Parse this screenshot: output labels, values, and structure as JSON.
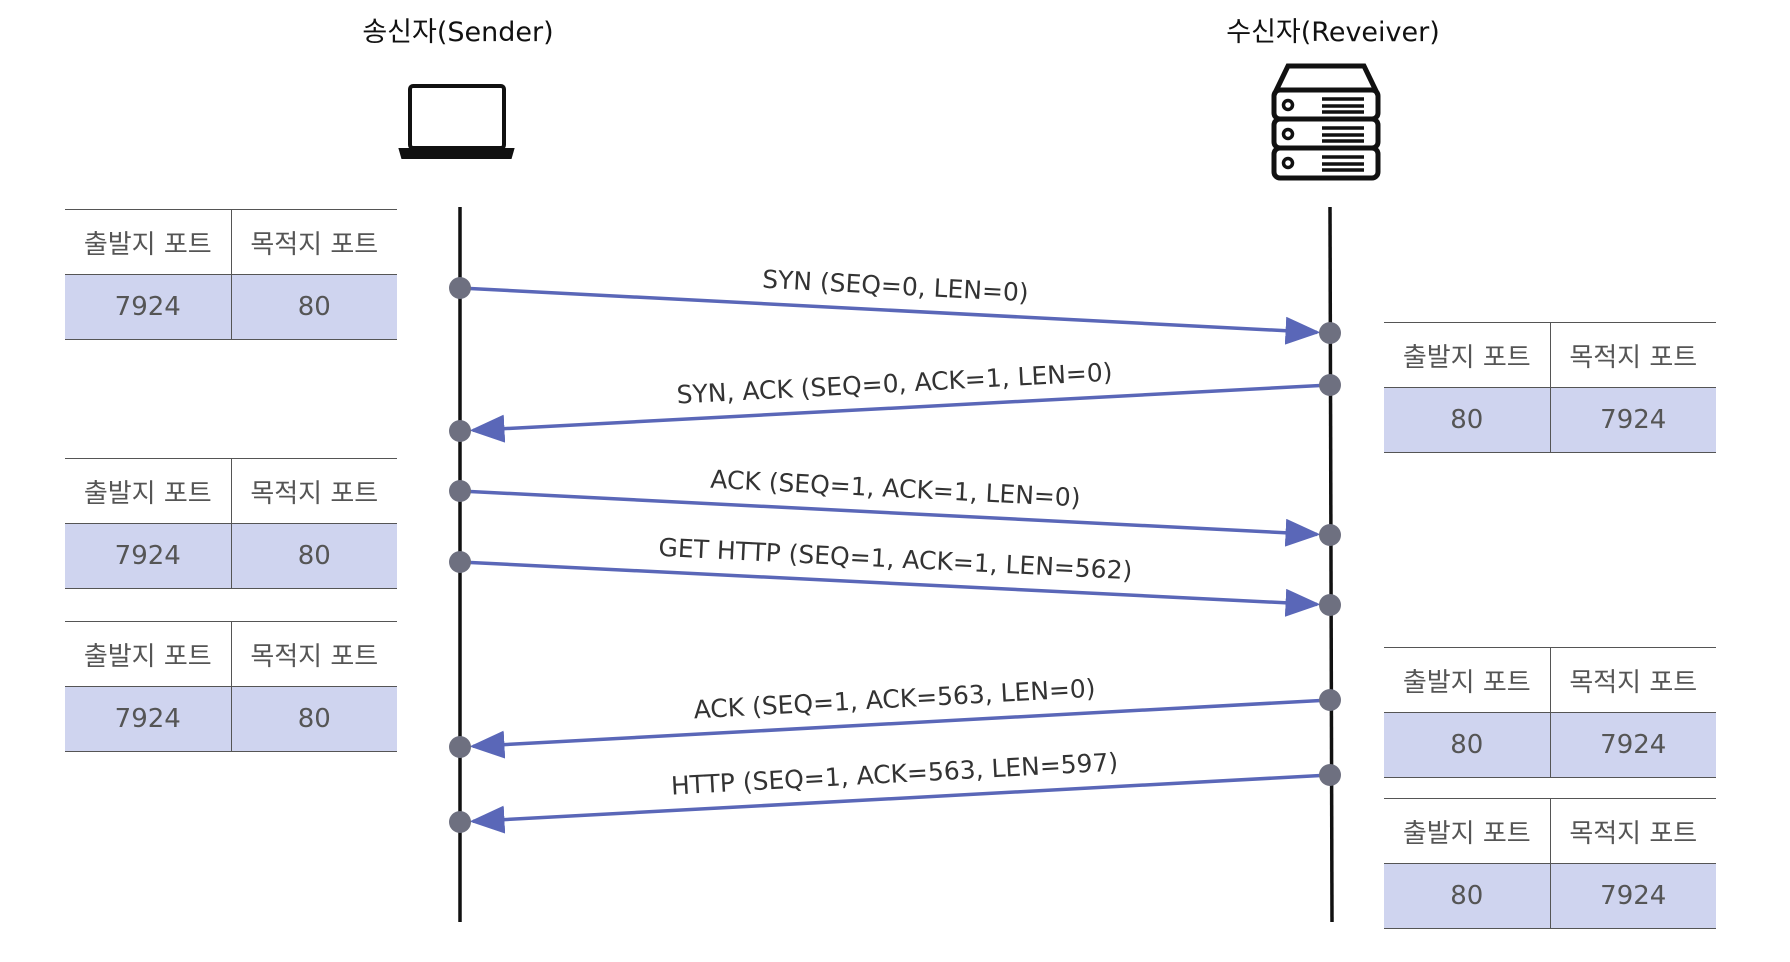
{
  "sender": {
    "title": "송신자(Sender)",
    "icon": "laptop-icon"
  },
  "receiver": {
    "title": "수신자(Reveiver)",
    "icon": "server-icon"
  },
  "colors": {
    "arrow": "#5a67b8",
    "node": "#6e7080",
    "table_fill": "#cfd4ef",
    "table_text": "#555555"
  },
  "messages": [
    {
      "label": "SYN (SEQ=0, LEN=0)",
      "direction": "sender-to-receiver"
    },
    {
      "label": "SYN, ACK (SEQ=0, ACK=1, LEN=0)",
      "direction": "receiver-to-sender"
    },
    {
      "label": "ACK (SEQ=1, ACK=1, LEN=0)",
      "direction": "sender-to-receiver"
    },
    {
      "label": "GET HTTP (SEQ=1, ACK=1, LEN=562)",
      "direction": "sender-to-receiver"
    },
    {
      "label": "ACK (SEQ=1, ACK=563, LEN=0)",
      "direction": "receiver-to-sender"
    },
    {
      "label": "HTTP (SEQ=1, ACK=563, LEN=597)",
      "direction": "receiver-to-sender"
    }
  ],
  "port_tables": [
    {
      "side": "sender",
      "src_header": "출발지 포트",
      "dst_header": "목적지 포트",
      "src": "7924",
      "dst": "80"
    },
    {
      "side": "sender",
      "src_header": "출발지 포트",
      "dst_header": "목적지 포트",
      "src": "7924",
      "dst": "80"
    },
    {
      "side": "sender",
      "src_header": "출발지 포트",
      "dst_header": "목적지 포트",
      "src": "7924",
      "dst": "80"
    },
    {
      "side": "receiver",
      "src_header": "출발지 포트",
      "dst_header": "목적지 포트",
      "src": "80",
      "dst": "7924"
    },
    {
      "side": "receiver",
      "src_header": "출발지 포트",
      "dst_header": "목적지 포트",
      "src": "80",
      "dst": "7924"
    },
    {
      "side": "receiver",
      "src_header": "출발지 포트",
      "dst_header": "목적지 포트",
      "src": "80",
      "dst": "7924"
    }
  ]
}
